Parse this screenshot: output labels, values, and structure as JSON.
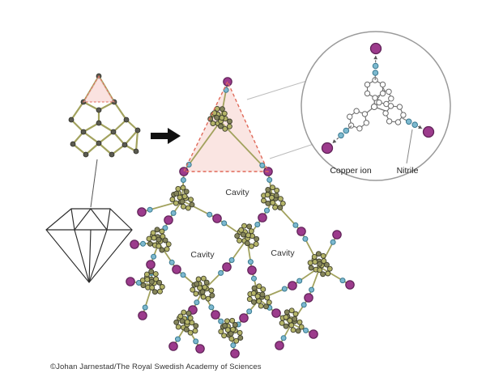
{
  "credit": "©Johan Jarnestad/The Royal Swedish Academy of Sciences",
  "labels": {
    "cavity_top": "Cavity",
    "cavity_left": "Cavity",
    "cavity_right": "Cavity"
  },
  "inset": {
    "copper_ion_label": "Copper ion",
    "nitrile_label": "Nitrile"
  },
  "icons": {
    "transformation_arrow": "➡"
  },
  "colors": {
    "copper": "#9c3b8c",
    "copper_stroke": "#5f2257",
    "carbon": "#b4b468",
    "carbon_dark": "#84845a",
    "bond": "#a2a25e",
    "atom_stroke": "#3f3f2d",
    "nitrile": "#7cb9cf",
    "nitrile_stroke": "#39788f",
    "highlight_fill": "#f6cfcb",
    "highlight_stroke": "#e06a5a",
    "lattice_atom": "#5b5b50",
    "ring_white": "#ffffff",
    "ring_stroke": "#6a6a6a",
    "outline_ink": "#2b2b2b"
  }
}
